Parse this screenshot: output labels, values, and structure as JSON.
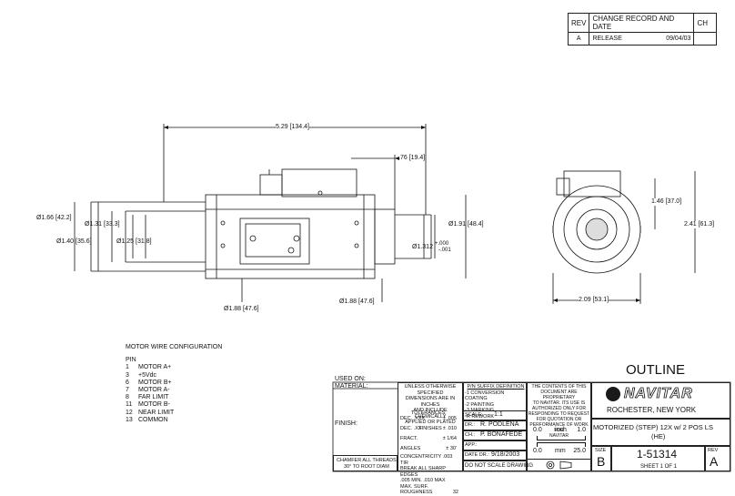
{
  "revision_block": {
    "headers": [
      "REV",
      "CHANGE RECORD AND DATE",
      "CH"
    ],
    "rows": [
      {
        "rev": "A",
        "change": "RELEASE",
        "date": "09/04/03",
        "ch": ""
      }
    ]
  },
  "dimensions": {
    "overall_length": "5.29 [134.4]",
    "offset": ".76 [19.4]",
    "dia_166": "Ø1.66 [42.2]",
    "dia_131": "Ø1.31 [33.3]",
    "dia_140": "Ø1.40 [35.6]",
    "dia_125": "Ø1.25 [31.8]",
    "dia_191": "Ø1.91 [48.4]",
    "dia_1312": "Ø1.312",
    "tol_plus": "+.000",
    "tol_minus": "-.001",
    "dia_188_a": "Ø1.88 [47.6]",
    "dia_188_b": "Ø1.88 [47.6]",
    "height_146": "1.46 [37.0]",
    "height_241": "2.41 [61.3]",
    "width_209": "2.09 [53.1]"
  },
  "motor_wire": {
    "title": "MOTOR WIRE CONFIGURATION",
    "pin_header": "PIN",
    "pins": [
      {
        "num": "1",
        "label": "MOTOR A+"
      },
      {
        "num": "3",
        "label": "+5Vdc"
      },
      {
        "num": "6",
        "label": "MOTOR B+"
      },
      {
        "num": "7",
        "label": "MOTOR A-"
      },
      {
        "num": "8",
        "label": "FAR LIMIT"
      },
      {
        "num": "11",
        "label": "MOTOR B-"
      },
      {
        "num": "12",
        "label": "NEAR LIMIT"
      },
      {
        "num": "13",
        "label": "COMMON"
      }
    ]
  },
  "title_block": {
    "used_on": "USED ON:",
    "material": "MATERIAL:",
    "finish": "FINISH:",
    "chamfer": "CHAMFER ALL THREADS",
    "chamfer2": "30° TO ROOT DIAM",
    "unless": [
      "UNLESS OTHERWISE",
      "SPECIFIED",
      "DIMENSIONS ARE IN INCHES",
      "AND INCLUDE CHEMICALLY",
      "APPLIED OR PLATED FINISHES"
    ],
    "tolerances": "TOLERANCES:",
    "tol_rows": [
      {
        "label": "DEC. .XXX",
        "value": "± .005"
      },
      {
        "label": "DEC. .XX",
        "value": "± .010"
      },
      {
        "label": "FRACT.",
        "value": "± 1/64"
      },
      {
        "label": "ANGLES",
        "value": "± 30'"
      }
    ],
    "concentricity": "CONCENTRICITY  .003 TIR",
    "break_edges": "BREAK ALL SHARP EDGES",
    "edge_range": ".005 MIN. .010 MAX",
    "roughness": "MAX. SURF. ROUGHNESS",
    "roughness_val": "32",
    "pin_suffix_title": "P/N SUFFIX DEFINITION",
    "pin_suffix": [
      "-1 CONVERSION COATING",
      "-2 PAINTING",
      "-3 MARKING",
      "-R REWORK"
    ],
    "scale_label": "SCALE:",
    "scale_value": "1:1",
    "dr_label": "DR.:",
    "dr_value": "R. PODLENA",
    "ch_label": "CH.:",
    "ch_value": "P. BONAFEDE",
    "app_label": "APP.:",
    "date_label": "DATE DR.:",
    "date_value": "9/18/2003",
    "no_scale": "DO NOT SCALE DRAWING",
    "proprietary": [
      "THE CONTENTS OF THIS",
      "DOCUMENT ARE PROPRIETARY",
      "TO NAVITAR. ITS USE IS",
      "AUTHORIZED ONLY FOR",
      "RESPONDING TO REQUEST",
      "FOR QUOTATION OR",
      "PERFORMANCE OF WORK FOR",
      "NAVITAR"
    ],
    "scale_inch": {
      "left": "0.0",
      "unit": "inch",
      "right": "1.0"
    },
    "scale_mm": {
      "left": "0.0",
      "unit": "mm",
      "right": "25.0"
    },
    "outline": "OUTLINE",
    "company": "NAVITAR",
    "location": "ROCHESTER, NEW YORK",
    "description": "MOTORIZED (STEP) 12X w/ 2 POS LS",
    "description2": "(HE)",
    "size_label": "SIZE",
    "size_value": "B",
    "part_number": "1-51314",
    "sheet": "SHEET 1 OF 1",
    "rev_label": "REV",
    "rev_value": "A"
  }
}
